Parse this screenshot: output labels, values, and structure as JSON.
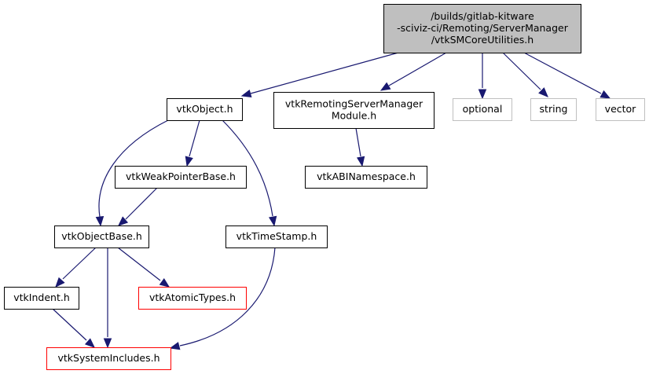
{
  "graph": {
    "title": "Include dependency graph for vtkSMCoreUtilities.h",
    "colors": {
      "edge": "#191970",
      "root_fill": "#bfbfbf",
      "root_border": "#000000",
      "node_border": "#000000",
      "external_border": "#bfbfbf",
      "missing_border": "#ff0000"
    },
    "nodes": [
      {
        "id": "root",
        "kind": "root",
        "lines": [
          "/builds/gitlab-kitware",
          "-sciviz-ci/Remoting/ServerManager",
          "/vtkSMCoreUtilities.h"
        ]
      },
      {
        "id": "vtkObject",
        "kind": "normal",
        "lines": [
          "vtkObject.h"
        ]
      },
      {
        "id": "vtkRemotingServerManagerModule",
        "kind": "normal",
        "lines": [
          "vtkRemotingServerManager",
          "Module.h"
        ]
      },
      {
        "id": "optional",
        "kind": "external",
        "lines": [
          "optional"
        ]
      },
      {
        "id": "string",
        "kind": "external",
        "lines": [
          "string"
        ]
      },
      {
        "id": "vector",
        "kind": "external",
        "lines": [
          "vector"
        ]
      },
      {
        "id": "vtkWeakPointerBase",
        "kind": "normal",
        "lines": [
          "vtkWeakPointerBase.h"
        ]
      },
      {
        "id": "vtkABINamespace",
        "kind": "normal",
        "lines": [
          "vtkABINamespace.h"
        ]
      },
      {
        "id": "vtkObjectBase",
        "kind": "normal",
        "lines": [
          "vtkObjectBase.h"
        ]
      },
      {
        "id": "vtkTimeStamp",
        "kind": "normal",
        "lines": [
          "vtkTimeStamp.h"
        ]
      },
      {
        "id": "vtkIndent",
        "kind": "normal",
        "lines": [
          "vtkIndent.h"
        ]
      },
      {
        "id": "vtkAtomicTypes",
        "kind": "missing",
        "lines": [
          "vtkAtomicTypes.h"
        ]
      },
      {
        "id": "vtkSystemIncludes",
        "kind": "missing",
        "lines": [
          "vtkSystemIncludes.h"
        ]
      }
    ],
    "edges": [
      {
        "from": "root",
        "to": "vtkObject"
      },
      {
        "from": "root",
        "to": "vtkRemotingServerManagerModule"
      },
      {
        "from": "root",
        "to": "optional"
      },
      {
        "from": "root",
        "to": "string"
      },
      {
        "from": "root",
        "to": "vector"
      },
      {
        "from": "vtkObject",
        "to": "vtkObjectBase"
      },
      {
        "from": "vtkObject",
        "to": "vtkWeakPointerBase"
      },
      {
        "from": "vtkObject",
        "to": "vtkTimeStamp"
      },
      {
        "from": "vtkRemotingServerManagerModule",
        "to": "vtkABINamespace"
      },
      {
        "from": "vtkWeakPointerBase",
        "to": "vtkObjectBase"
      },
      {
        "from": "vtkObjectBase",
        "to": "vtkIndent"
      },
      {
        "from": "vtkObjectBase",
        "to": "vtkSystemIncludes"
      },
      {
        "from": "vtkObjectBase",
        "to": "vtkAtomicTypes"
      },
      {
        "from": "vtkTimeStamp",
        "to": "vtkSystemIncludes"
      },
      {
        "from": "vtkIndent",
        "to": "vtkSystemIncludes"
      }
    ]
  }
}
